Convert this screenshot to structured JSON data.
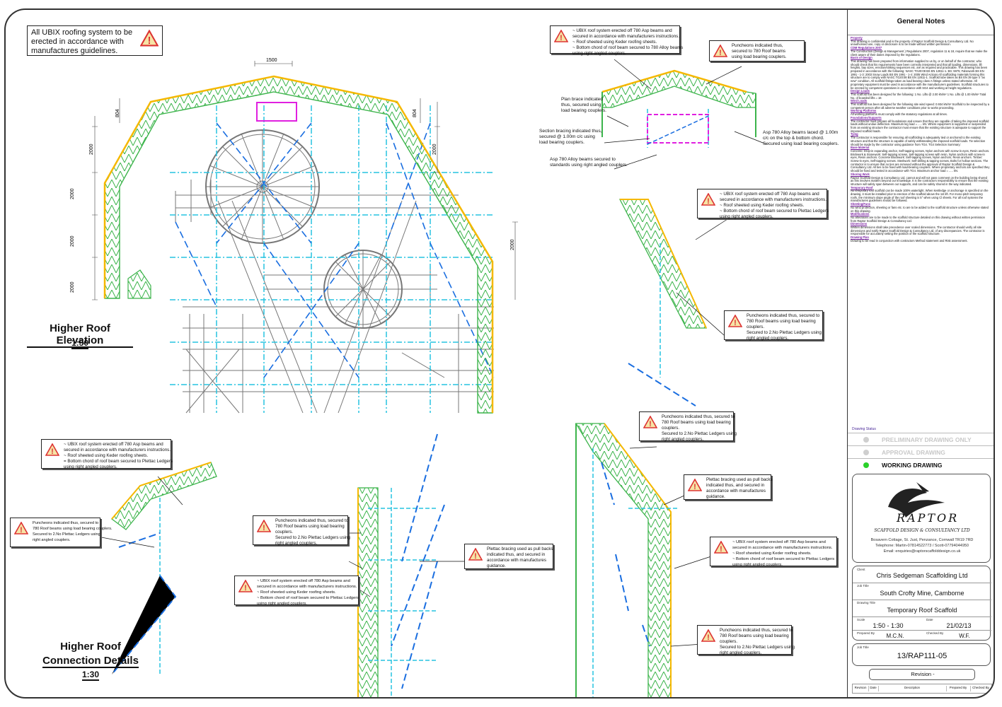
{
  "general_note": {
    "text": "All UBIX roofing system to be erected in accordance with manufactures guidelines."
  },
  "elevation": {
    "title": "Higher Roof Elevation",
    "scale": "1:50",
    "dim_top": "1500",
    "dims": [
      "804",
      "804",
      "2000",
      "2000",
      "2000",
      "2000",
      "2000",
      "2000"
    ]
  },
  "details": {
    "title_1": "Higher Roof",
    "title_2": "Connection Details",
    "scale": "1:30"
  },
  "callouts": {
    "ubix_780_asp": [
      "~ UBIX roof system erected off 780 Asp beams and",
      "secured in accordance with manufacturers instructions.",
      "~ Roof sheeted using Keder roofing sheets.",
      "~ Bottom chord of roof beam secured to 780 Alloy beams",
      "using right angled couplers."
    ],
    "puncheons_load": [
      "Puncheons indicated thus,",
      "secured to 780 Roof beams",
      "using load bearing couplers."
    ],
    "plan_brace": [
      "Plan brace indicated",
      "thus, secured using",
      "load bearing couplers."
    ],
    "section_bracing": [
      "Section bracing indicated thus,",
      "secured @ 1.00m c/c  using",
      "load bearing couplers."
    ],
    "asp_780_laced": [
      "Asp 780 Alloy beams laced @ 1.00m",
      "c/c on the top & bottom chord.",
      "Secured using load bearing couplers."
    ],
    "asp_780_standards": [
      "Asp 780 Alloy beams secured to",
      "standards using right angled couplers."
    ],
    "ubix_plettac_a": [
      "~ UBIX roof system erected off 780 Asp beams and",
      "secured in accordance with manufacturers instructions.",
      "~ Roof sheeted using Keder roofing sheets.",
      "~ Bottom chord of roof beam secured to Plettac Ledgers",
      "using right angled couplers."
    ],
    "puncheons_plettac_a": [
      "Puncheons indicated thus, secured to",
      "780 Roof beams using load bearing",
      "couplers.",
      "Secured to 2.No Plettac Ledgers using",
      "right angled couplers."
    ],
    "ubix_plettac_b": [
      "~ UBIX roof system erected off 780 Asp beams and",
      "secured in accordance with manufacturers instructions.",
      "~ Roof sheeted using Keder roofing sheets.",
      "= Bottom chord of roof beam secured to Plettac Ledgers",
      "using right angled couplers."
    ],
    "puncheons_plettac_b": [
      "Puncheons indicated thus, secured to",
      "780 Roof beams using load bearing couplers.",
      "Secured to 2.No Plettac Ledgers using",
      "right angled couplers."
    ],
    "puncheons_plettac_c": [
      "Puncheons indicated thus, secured to",
      "780 Roof beams using load bearing",
      "couplers.",
      "Secured to 2.No Plettac Ledgers using",
      "right angled couplers."
    ],
    "ubix_plettac_c": [
      "~ UBIX roof system erected off 780 Asp beams and",
      "secured in accordance with manufacturers instructions.",
      "~ Roof sheeted using Keder roofing sheets.",
      "~ Bottom chord of roof beam secured to Plettac Ledgers",
      "using right angled couplers."
    ],
    "plettac_pullbacks_a": [
      "Plettac bracing used as pull backs",
      "indicated thus, and secured in",
      "accordance with manufactures",
      "guidance."
    ],
    "puncheons_plettac_d": [
      "Puncheons indicated thus, secured to",
      "780 Roof beams using load bearing",
      "couplers.",
      "Secured to 2.No Plettac Ledgers using",
      "right angled couplers."
    ],
    "plettac_pullbacks_b": [
      "Plettac bracing used as pull backs",
      "indicated thus, and secured in",
      "accordance with manufactures",
      "guidance."
    ],
    "ubix_plettac_d": [
      "~ UBIX roof system erected off 780 Asp beams and",
      "secured in accordance with manufacturers instructions.",
      "~ Roof sheeted using Keder roofing sheets.",
      "~ Bottom chord of roof beam secured to Plettac Ledgers",
      "using right angled couplers."
    ],
    "puncheons_plettac_e": [
      "Puncheons indicated thus, secured to",
      "780 Roof beams using load bearing",
      "couplers.",
      "Secured to 2.No Plettac Ledgers using",
      "right angled couplers."
    ]
  },
  "notes": {
    "title": "General Notes",
    "sections": [
      {
        "h": "Property",
        "t": "This drawing is confidential and is the property of Raptor Scaffold Design & Consultancy Ltd. No unauthorised use, copy or disclosure is to be made without written permission."
      },
      {
        "h": "CDM Regulations 2007",
        "t": "The Construction (Design & Management ) Regulations 2007, regulation 11 & 18, require that we make the client aware of their duties imposed by the regulations."
      },
      {
        "h": "Basis of Design",
        "t": "This drawing has been prepared from information supplied to us by, or on behalf of the contractor, who should check that his requirements have been correctly interpreted and that all loading, dimensions, lift heights, bay sizes, erection/striking sequences etc. are as required and practicable. This drawing has been prepared in accordance with the following: NASC TG20:08 BS EN 12811-1. BS: 5975; Falsework BS EN 1991 - 1-3: 2003 Snow Loads BS EN 1991 - 1-4: 2005 Wind Actions All scaffolding materials forming this structure are to comply with NASC TG20:08 BS EN 12811-1. Scaffold tube taken as BS EN 39 type 4 \"as new\" condition. All scaffold fittings taken as load bearing class A fittings unless stated otherwise. All proprietary equipment must be used in accordance with the manufacturers guidelines. Scaffold structures to be erected by competent operatives in accordance with SG4 and working at height regulations."
      },
      {
        "h": "Design Loads",
        "t": "This scaffold has been designed for the following: 1 No. Lifts @ 2.00 kN/m² 1 No. Lifts @ 1.00 kN/m² Total No. of boarded lifts = 16"
      },
      {
        "h": "Wind Loads",
        "t": "This scaffold has been designed for the following site wind speed: 0.934 kN/m² Scaffold to be inspected by a competent person after all adverse weather conditions prior to works proceeding."
      },
      {
        "h": "Working Platforms",
        "t": "All working platforms must comply with the statutory regulations at all times."
      },
      {
        "h": "Foundations/Supports",
        "t": "The contractor must prepare all foundations and ensure that they are capable of taking the imposed scaffold loads without undue deflection. Maximum leg load = ..... kN. Where equipment is supported or suspended from an existing structure the contractor must ensure that the existing structure is adequate to support the imposed scaffold loads."
      },
      {
        "h": "Tying",
        "t": "The contractor is responsible for ensuring all scaffolding is adequately tied or anchored to the existing structure and that the structure is capable of safely withstanding the imposed scaffold loads. Tie selection should be made by the contractor using guidance from TG4. TG4 Selection Summary:"
      },
      {
        "h": "Base Material",
        "t": "Concrete: Drop-in expanding anchor, Self-tapping screws, Nylon anchors with screw-in eyes, Resin anchors. Brickwork & Stonework: Self-tapping screws, Self-tapping screws with resin, Nylon anchors with screw-in eyes, Resin anchors. Concrete Blockwork: Self-tapping screws, Nylon anchors, Resin anchors. Timber: Screw-in eyes, Self-tapping screws. Steelwork: Self-drilling & tapping screws, Bolts for hollow sections. The contractor is to ensure that no ties are removed without the approval of Raptor Scaffold Design & Consultancy Ltd. All ties to be fixed with load-bearing couplers. Where proprietary anchors are specified they should be fixed and tested in accordance with TG4. Maximum anchor load = ..... kN."
      },
      {
        "h": "Shoring Work",
        "t": "Raptor Scaffold Design & Consultancy Ltd. cannot and will not pass comment on the building being shored as this involves matters beyond our knowledge. It is the contractors responsibility to ensure that the existing structure will safely span between our supports, and can be safely shored in the way indicated."
      },
      {
        "h": "Temporary Roof",
        "t": "No temporary roof scaffold can be made 100% watertight. When kentledge or anchorage is specified on the drawing, it must be installed prior to erection of the scaffold above the 1st lift. For mono-pitch temporary roofs, the minimum slope angle of the roof sheeting is 5° when using Cl sheets. For all roof systems the manufactures guidelines should be followed."
      },
      {
        "h": "Sheeting/Fans",
        "t": "No wind protection, sheeting or fans etc. to are to be added to the scaffold structure unless otherwise stated on this drawing."
      },
      {
        "h": "Modifications",
        "t": "No alterations are to be made to the scaffold structure detailed on this drawing without written permission from Raptor Scaffold Design & Consultancy Ltd."
      },
      {
        "h": "Dimensions",
        "t": "Written dimensions shall take precedence over scaled dimensions. The contractor should verify all site dimensions and notify Raptor Scaffold Design & Consultancy Ltd. of any discrepancies. The contractor is responsible for accurately setting the position of the scaffold structure."
      },
      {
        "h": "Drawing Plan",
        "t": "Drawing to be read in conjunction with contractors Method statement and Risk assessment."
      }
    ]
  },
  "status": {
    "label": "Drawing Status",
    "items": [
      {
        "text": "PRELIMINARY DRAWING ONLY",
        "active": false
      },
      {
        "text": "APPROVAL DRAWING",
        "active": false
      },
      {
        "text": "WORKING DRAWING",
        "active": true
      }
    ],
    "active_color": "#2ad12a",
    "inactive_color": "#cfcfcf"
  },
  "company": {
    "name": "RAPTOR",
    "subtitle": "SCAFFOLD DESIGN & CONSULTANCY LTD",
    "address": "Bosavern Cottage, St. Just, Penzance, Cornwall TR19 7RD",
    "phone": "Telephone: Martin-07814522773 / Scott-07794044950",
    "email": "Email: enquiries@raptorscaffolddesign.co.uk"
  },
  "titleblock": {
    "client_label": "Client",
    "client": "Chris Sedgeman Scaffolding Ltd",
    "job_title_label": "Job Title",
    "job_title": "South Crofty Mine, Camborne",
    "drawing_title_label": "Drawing Title",
    "drawing_title": "Temporary Roof Scaffold",
    "scale_label": "Scale",
    "scale": "1:50 - 1:30",
    "date_label": "Date",
    "date": "21/02/13",
    "prepared_label": "Prepared By",
    "prepared": "M.C.N.",
    "checked_label": "Checked By",
    "checked": "W.F.",
    "job_no_label": "Job Title",
    "job_no": "13/RAP111-05",
    "revision": "Revision -",
    "rev_headers": [
      "Revision",
      "Date",
      "Description",
      "Prepared By",
      "Checked By"
    ]
  },
  "colors": {
    "truss": "#3cb44b",
    "truss_fill": "#b9e6a3",
    "roof_edge": "#f5b800",
    "bracing": "#1a6ee0",
    "ledger": "#27c4e0",
    "plan_brace": "#e020e0",
    "structure": "#777777"
  }
}
